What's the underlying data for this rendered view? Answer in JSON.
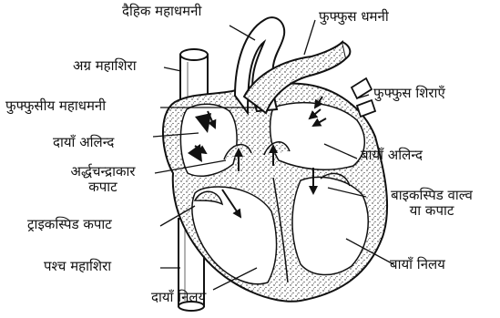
{
  "diagram": {
    "labels": {
      "aorta": "दैहिक महाधमनी",
      "pulmonary_artery": "फुफ्फुस धमनी",
      "superior_vena_cava": "अग्र महाशिरा",
      "pulmonary_veins": "फुफ्फुस शिराएँ",
      "pulmonary_trunk": "फुफ्फुसीय महाधमनी",
      "right_atrium": "दायाँ अलिन्द",
      "left_atrium": "बायाँ अलिन्द",
      "semilunar_valve_line1": "अर्द्धचन्द्राकार",
      "semilunar_valve_line2": "कपाट",
      "bicuspid_valve_line1": "बाइकस्पिड वाल्व",
      "bicuspid_valve_line2": "या कपाट",
      "tricuspid_valve": "ट्राइकस्पिड कपाट",
      "inferior_vena_cava": "पश्च महाशिरा",
      "left_ventricle": "बायाँ निलय",
      "right_ventricle": "दायाँ निलय"
    }
  }
}
